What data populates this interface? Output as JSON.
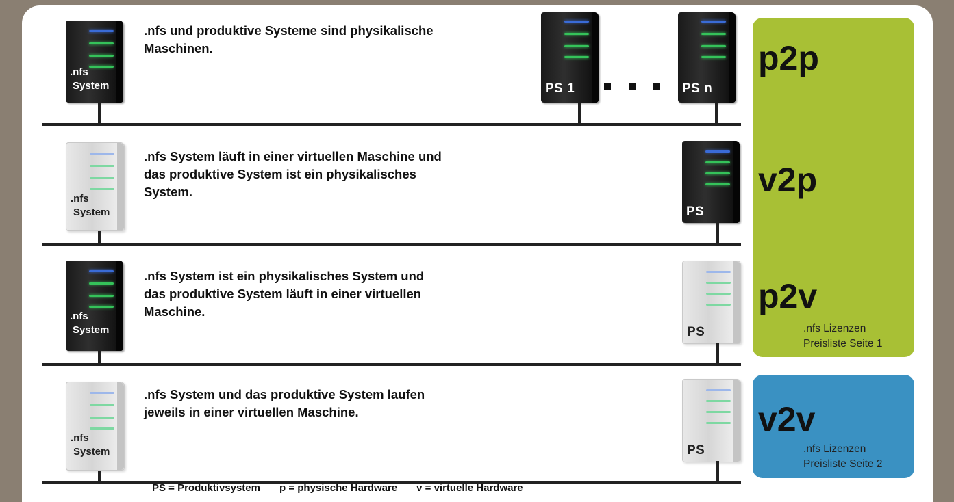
{
  "scenarios": [
    {
      "description_lines": [
        ".nfs und produktive Systeme sind physikalische",
        "Maschinen."
      ],
      "nfs_label": [
        ".nfs",
        "System"
      ],
      "nfs_type": "physical",
      "ps_type": "physical"
    },
    {
      "description_lines": [
        ".nfs System läuft in einer virtuellen Maschine und",
        "das produktive System ist ein physikalisches",
        "System."
      ],
      "nfs_label": [
        ".nfs",
        "System"
      ],
      "nfs_type": "virtual",
      "ps_type": "physical",
      "ps_label": "PS"
    },
    {
      "description_lines": [
        ".nfs System ist ein physikalisches System und",
        "das produktive System läuft in einer virtuellen",
        "Maschine."
      ],
      "nfs_label": [
        ".nfs",
        "System"
      ],
      "nfs_type": "physical",
      "ps_type": "virtual",
      "ps_label": "PS"
    },
    {
      "description_lines": [
        ".nfs System und das produktive System laufen",
        "jeweils in einer virtuellen Maschine."
      ],
      "nfs_label": [
        ".nfs",
        "System"
      ],
      "nfs_type": "virtual",
      "ps_type": "virtual",
      "ps_label": "PS"
    }
  ],
  "row1_servers": {
    "first": "PS 1",
    "last": "PS n"
  },
  "codes": {
    "p2p": "p2p",
    "v2p": "v2p",
    "p2v": "p2v",
    "v2v": "v2v"
  },
  "pricelist_1": [
    "nfs Lizenzen",
    "Preisliste  Seite 1"
  ],
  "pricelist_2": [
    "nfs Lizenzen",
    "Preisliste  Seite 2"
  ],
  "pricelist_1_prefix": ".",
  "pricelist_2_prefix": ".",
  "legend": {
    "ps": "PS = Produktivsystem",
    "p": "p = physische Hardware",
    "v": "v = virtuelle Hardware"
  },
  "colors": {
    "green_badge": "#a8c035",
    "blue_badge": "#3a91c2",
    "led_green": "#35c25a"
  }
}
